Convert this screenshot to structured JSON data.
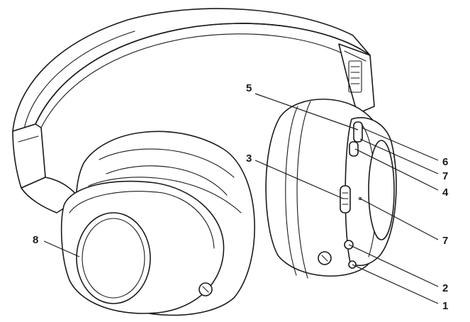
{
  "callouts": {
    "c1": "1",
    "c2": "2",
    "c3": "3",
    "c4": "4",
    "c5": "5",
    "c6": "6",
    "c7a": "7",
    "c7b": "7",
    "c8": "8"
  }
}
